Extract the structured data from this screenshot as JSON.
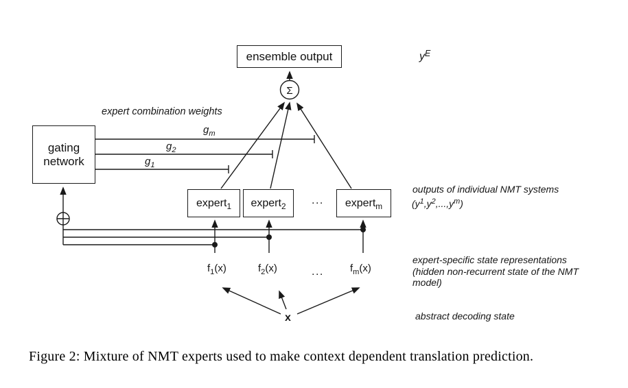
{
  "figure": {
    "caption": "Figure 2: Mixture of NMT experts used to make context dependent translation prediction.",
    "ensemble_box": {
      "label": "ensemble output"
    },
    "ensemble_var": {
      "base": "y",
      "sup": "E"
    },
    "sum_node": {
      "symbol": "Σ"
    },
    "circled_plus_icon": "⊕",
    "gating_box": {
      "line1": "gating",
      "line2": "network"
    },
    "weights": {
      "caption": "expert combination weights",
      "gm": {
        "base": "g",
        "sub": "m"
      },
      "g2": {
        "base": "g",
        "sub": "2"
      },
      "g1": {
        "base": "g",
        "sub": "1"
      }
    },
    "experts": {
      "e1": {
        "base": "expert",
        "sub": "1"
      },
      "e2": {
        "base": "expert",
        "sub": "2"
      },
      "em": {
        "base": "expert",
        "sub": "m"
      },
      "ellipsis": "..."
    },
    "state_functions": {
      "f1": {
        "base": "f",
        "sub": "1",
        "arg": "(x)"
      },
      "f2": {
        "base": "f",
        "sub": "2",
        "arg": "(x)"
      },
      "fm": {
        "base": "f",
        "sub": "m",
        "arg": "(x)"
      },
      "ellipsis": "...",
      "input": "x"
    },
    "annotations": {
      "outputs_line": "outputs of individual NMT systems",
      "outputs_tuple": {
        "p1": "(y",
        "s1": "1",
        "p2": ",y",
        "s2": "2",
        "p3": ",...,y",
        "s3": "m",
        "p4": ")"
      },
      "states_line1": "expert-specific state representations",
      "states_line2": "(hidden non-recurrent state of the NMT",
      "states_line3": "model)",
      "decoding_state": "abstract decoding state"
    }
  }
}
